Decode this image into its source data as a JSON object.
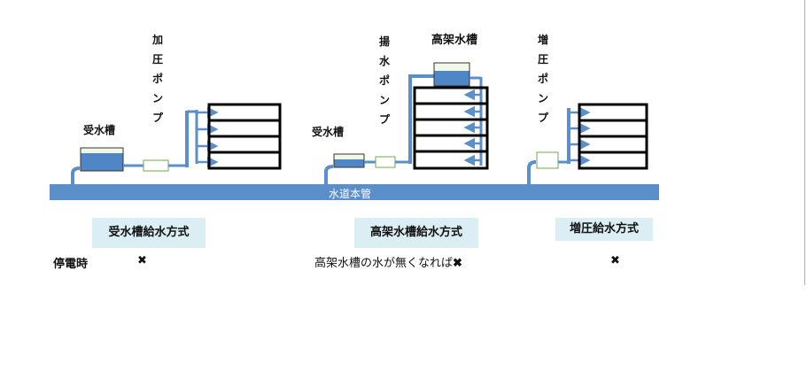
{
  "colors": {
    "pipe": "#5b8fc9",
    "water": "#4f86c6",
    "tank_top": "#f2f8e8",
    "label_bg": "#dbeef4",
    "building": "#000000",
    "pump_border": "#6fa84a"
  },
  "icons": {
    "cross": "cross-icon"
  },
  "diagram": {
    "main_pipe_label": "水道本管",
    "section1": {
      "tank_label": "受水槽",
      "pump_label_chars": [
        "加",
        "圧",
        "ポ",
        "ン",
        "プ"
      ]
    },
    "section2": {
      "tank_label": "受水槽",
      "pump_label_chars": [
        "揚",
        "水",
        "ポ",
        "ン",
        "プ"
      ],
      "elevated_tank_label": "高架水槽"
    },
    "section3": {
      "pump_label_chars": [
        "増",
        "圧",
        "ポ",
        "ン",
        "プ"
      ]
    }
  },
  "methods": [
    "受水槽給水方式",
    "高架水槽給水方式",
    "増圧給水方式"
  ],
  "outage": {
    "label": "停電時",
    "col1": "✖",
    "col2_text": "高架水槽の水が無くなれば",
    "col2_mark": "✖",
    "col3": "✖"
  }
}
